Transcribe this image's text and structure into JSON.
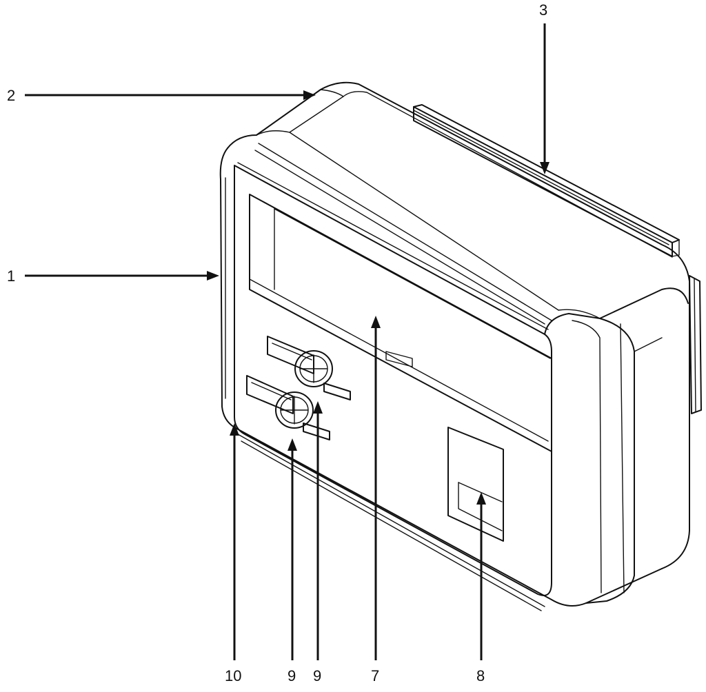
{
  "labels": [
    {
      "id": "1",
      "text": "1"
    },
    {
      "id": "2",
      "text": "2"
    },
    {
      "id": "3",
      "text": "3"
    },
    {
      "id": "7",
      "text": "7"
    },
    {
      "id": "8",
      "text": "8"
    },
    {
      "id": "9a",
      "text": "9"
    },
    {
      "id": "9b",
      "text": "9"
    },
    {
      "id": "10",
      "text": "10"
    }
  ],
  "colors": {
    "line": "#111111",
    "background": "#ffffff"
  }
}
